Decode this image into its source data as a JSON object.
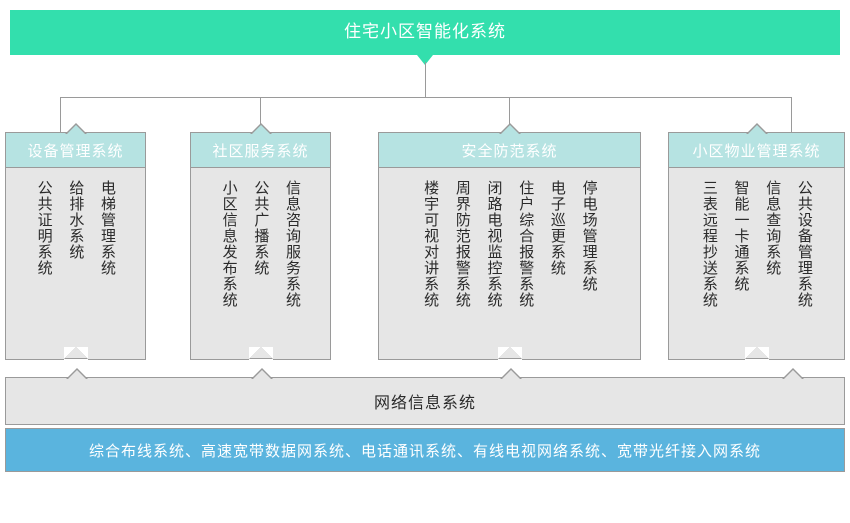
{
  "banner": {
    "title": "住宅小区智能化系统",
    "color": "#33dfad"
  },
  "subsystems": [
    {
      "title": "设备管理系统",
      "items": [
        "电梯管理系统",
        "给排水系统",
        "公共证明系统"
      ]
    },
    {
      "title": "社区服务系统",
      "items": [
        "信息咨询服务系统",
        "公共广播系统",
        "小区信息发布系统"
      ]
    },
    {
      "title": "安全防范系统",
      "items": [
        "停电场管理系统",
        "电子巡更系统",
        "住户综合报警系统",
        "闭路电视监控系统",
        "周界防范报警系统",
        "楼宇可视对讲系统"
      ]
    },
    {
      "title": "小区物业管理系统",
      "items": [
        "公共设备管理系统",
        "信息查询系统",
        "智能一卡通系统",
        "三表远程抄送系统"
      ]
    }
  ],
  "network_bar": {
    "title": "网络信息系统",
    "color": "#e6e6e6"
  },
  "infrastructure_bar": {
    "title": "综合布线系统、高速宽带数据网系统、电话通讯系统、有线电视网络系统、宽带光纤接入网系统",
    "color": "#5ab4de"
  },
  "theme": {
    "header_color": "#b6e3e2",
    "body_color": "#e6e6e6",
    "border_color": "#9a9a9a"
  }
}
